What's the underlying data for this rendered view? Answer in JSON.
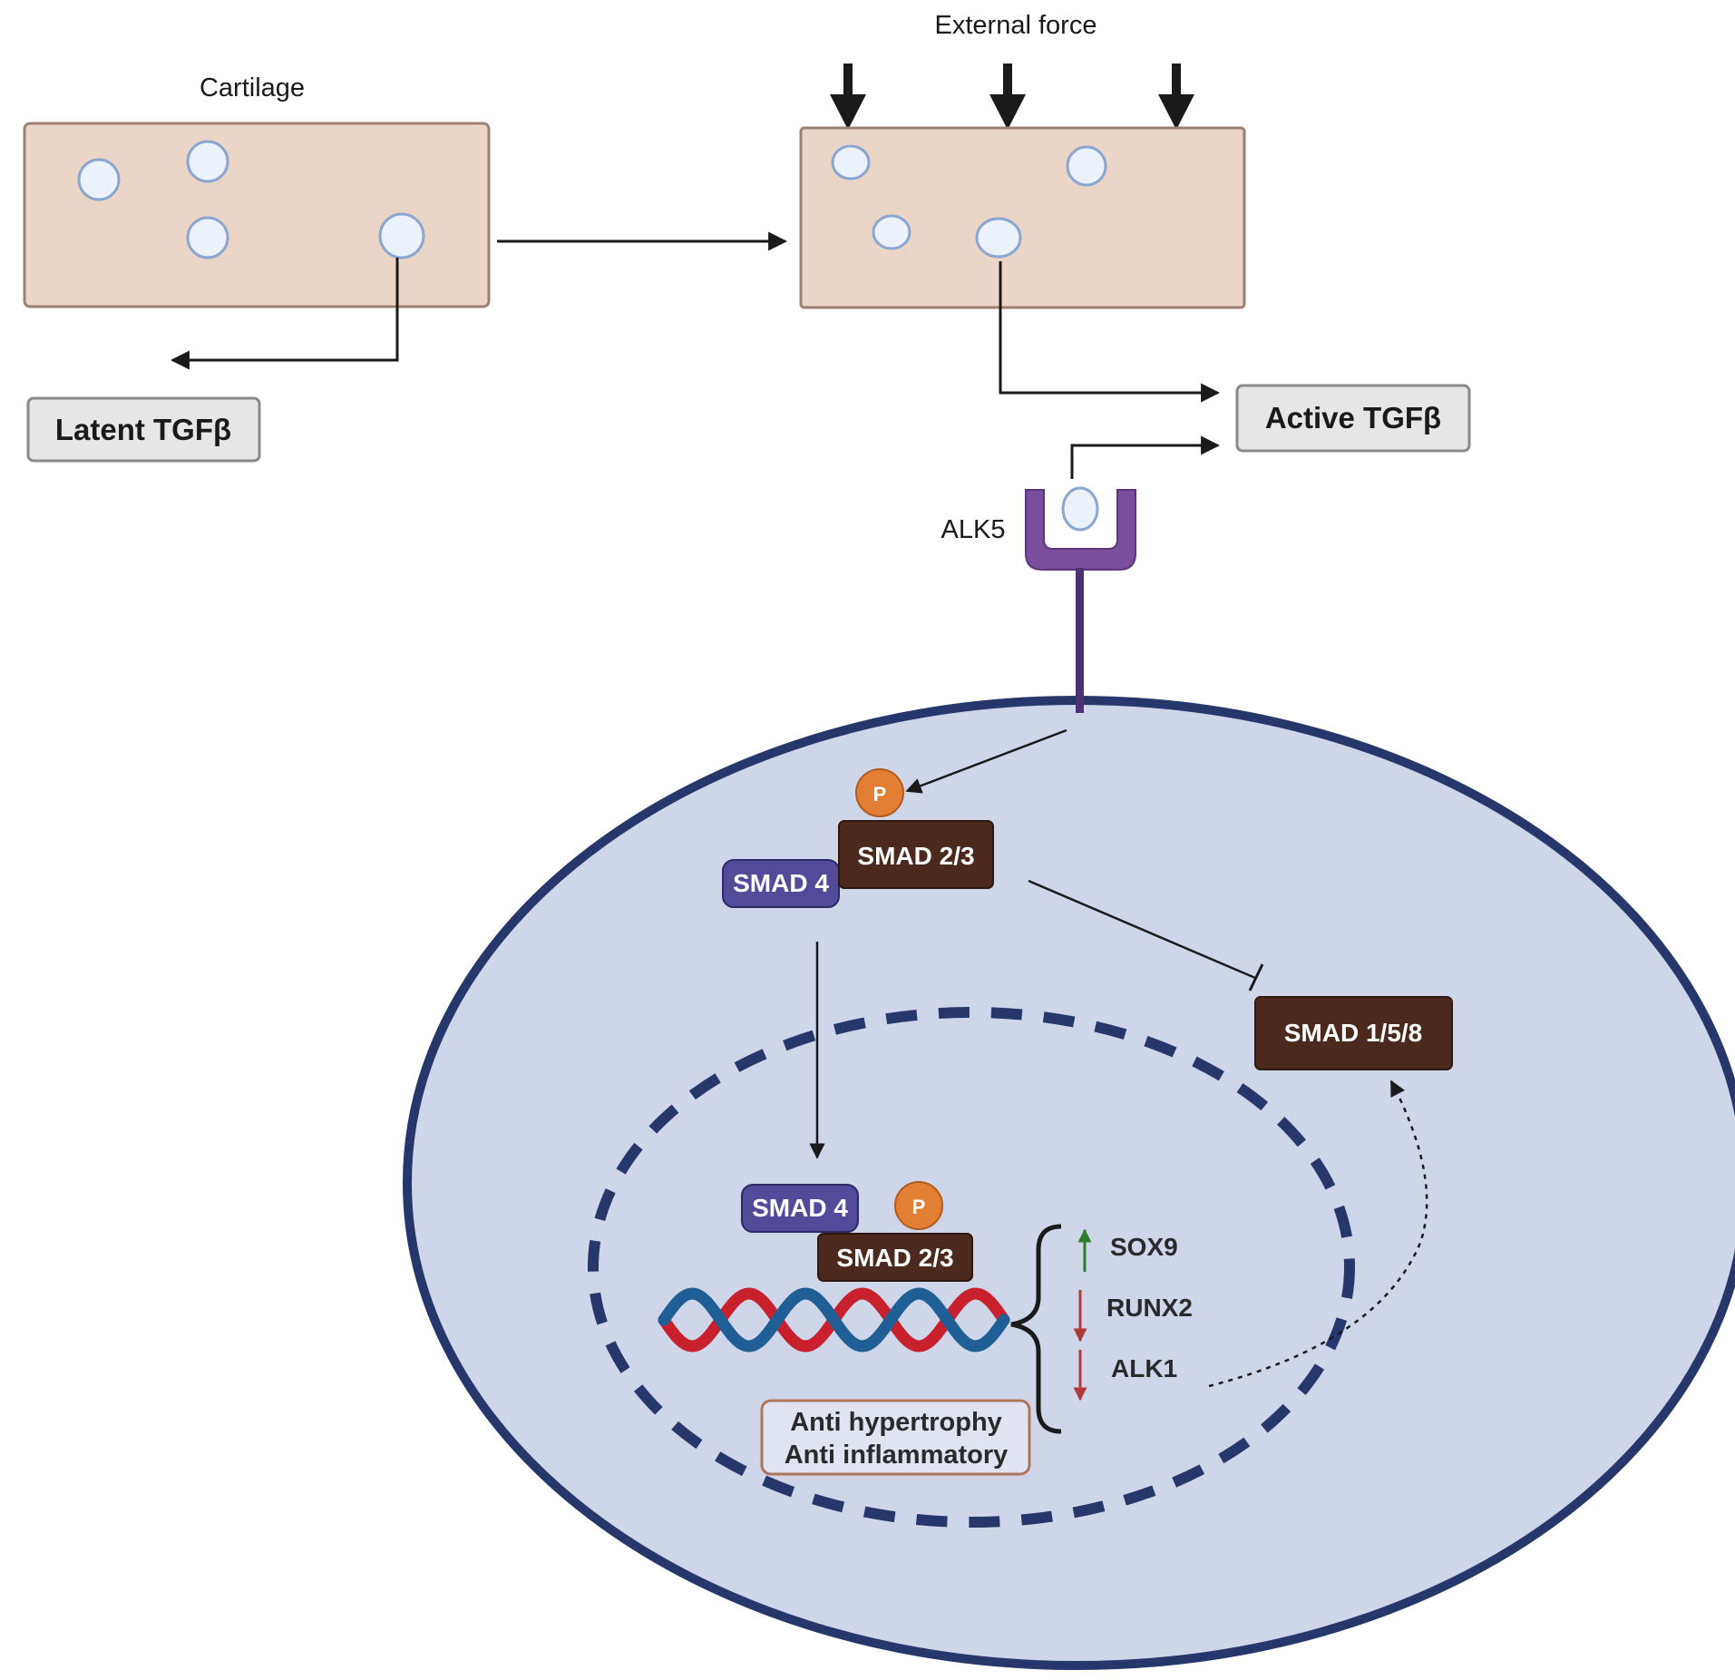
{
  "labels": {
    "cartilage": "Cartilage",
    "external_force": "External force",
    "latent_tgfb": "Latent TGFβ",
    "active_tgfb": "Active TGFβ",
    "alk5": "ALK5",
    "phospho": "P",
    "smad4": "SMAD 4",
    "smad23": "SMAD 2/3",
    "smad158": "SMAD 1/5/8",
    "effect_line1": "Anti hypertrophy",
    "effect_line2": "Anti inflammatory"
  },
  "genes": [
    {
      "name": "SOX9",
      "direction": "up"
    },
    {
      "name": "RUNX2",
      "direction": "down"
    },
    {
      "name": "ALK1",
      "direction": "down"
    }
  ],
  "colors": {
    "cartilage_fill": "#ead5c6",
    "cartilage_stroke": "#9c8071",
    "cell_fill": "#ebf2fb",
    "cell_stroke": "#8aa6d3",
    "box_fill": "#e6e6e6",
    "box_stroke": "#8a8a8a",
    "receptor": "#7a4e9c",
    "cell_body": "#cfd6ea",
    "cell_membrane": "#26376b",
    "smad23_fill": "#4b2a1d",
    "smad4_fill": "#534a9a",
    "phospho_fill": "#e27f35",
    "up_arrow": "#2d7d2d",
    "down_arrow": "#b03a3a",
    "dna_red": "#c8202c",
    "dna_blue": "#1f5f95",
    "effect_stroke": "#b0745a"
  }
}
